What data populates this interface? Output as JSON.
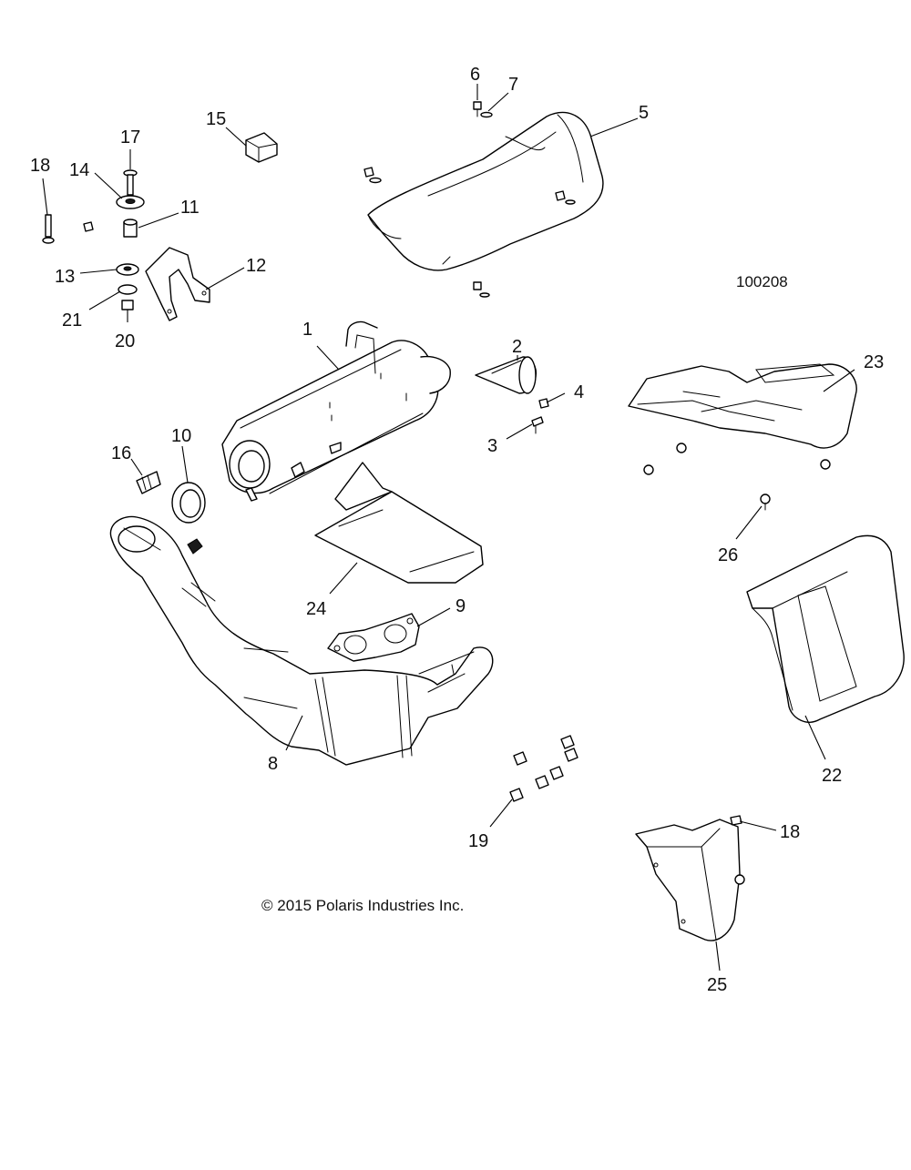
{
  "diagram_id": "100208",
  "copyright": "© 2015 Polaris Industries Inc.",
  "callouts": [
    "1",
    "2",
    "3",
    "4",
    "5",
    "6",
    "7",
    "8",
    "9",
    "10",
    "11",
    "12",
    "13",
    "14",
    "15",
    "16",
    "17",
    "18",
    "19",
    "20",
    "21",
    "22",
    "23",
    "24",
    "25",
    "26",
    "18"
  ]
}
